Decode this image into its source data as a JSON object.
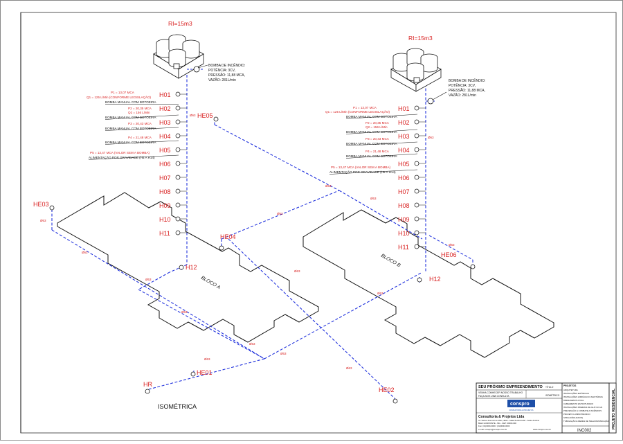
{
  "reservoir_label": "RI=15m3",
  "pump_lines": [
    "BOMBA DE INCÊNDIO:",
    "POTÊNCIA: 3CV,",
    "PRESSÃO: 11,88 MCA,",
    "VAZÃO: 281L/min"
  ],
  "floor_labels": [
    "H01",
    "H02",
    "H03",
    "H04",
    "H05",
    "H06",
    "H07",
    "H08",
    "H09",
    "H10",
    "H11"
  ],
  "block_a": "BLOCO A",
  "block_b": "BLOCO B",
  "hydrants": {
    "he01": "HE01",
    "he02": "HE02",
    "he03": "HE03",
    "he04": "HE04",
    "he05": "HE05",
    "he06": "HE06",
    "h12": "H12",
    "hr": "HR"
  },
  "pipe_tag": "Ø63",
  "annotations_a": [
    {
      "red": "P1 = 13,07 MCA",
      "red2": "Q1 = 125 L/Min (CONFORME LEGISLAÇÃO)",
      "black": "BOMBA MANUAL COM BOTOEIRA"
    },
    {
      "red": "P2 = 20,35 MCA",
      "red2": "Q2 = 156 L/Min",
      "black": "BOMBA MANUAL COM BOTOEIRA"
    },
    {
      "red": "P3 = 20,43 MCA",
      "red2": "",
      "black": "BOMBA MANUAL COM BOTOEIRA"
    },
    {
      "red": "P4 = 21,48 MCA",
      "red2": "",
      "black": "BOMBA MANUAL COM BOTOEIRA"
    },
    {
      "red": "P5 = 13,47 MCA (VALOR SEM A BOMBA)",
      "red2": "",
      "black": "ALIMENTAÇÃO POR GRAVIDADE (H5 A H14)"
    }
  ],
  "view_title": "ISOMÉTRICA",
  "title_block": {
    "project_name": "SEU PRÓXIMO EMPREENDIMENTO",
    "slogan1": "VENHA CONHECER NOSSO TRABALHO",
    "slogan2": "FAÇA-NOS UMA CONSULTA",
    "logo": "conspro",
    "logo_sub": "CONSULTORIA & PROJETOS",
    "company": "Consultoria & Projetos Ltda",
    "address1": "Av. Santos Dumont de Melo, 4000 - Salas 01/201-1102 - Santo Antônio",
    "address2": "BELO HORIZONTE - MG - CEP: 30000-000",
    "phone": "Fax: (31)0000-0000 / (31)0000-0000",
    "email": "e-mail: conspro@conspro.com.br",
    "site": "www.conspro.com.br",
    "field_title": "TÍTULO",
    "field_desc": "ISOMÉTRICO",
    "projects_header": "PROJETOS",
    "projects": [
      "ARQUITETURA",
      "INSTALAÇÕES ELÉTRICAS",
      "INSTALAÇÕES HIDRÁULICO-SANITÁRIAS",
      "DRENAGEM PLUVIAL",
      "CABEAMENTO ESTRUTURADO",
      "INSTALAÇÕES PREDIAIS DE GLP OU GN",
      "PREVENÇÃO E COMBATE A INCÊNDIOS",
      "PROJETO LUMINOTÉCNICO",
      "SPDA (PÁRA-RAIOS)",
      "TUBULAÇÃO E REDES DE TELECOMUNICAÇÃO"
    ],
    "sheet": "INC002",
    "side": "PROJETO RESIDENCIAL"
  }
}
